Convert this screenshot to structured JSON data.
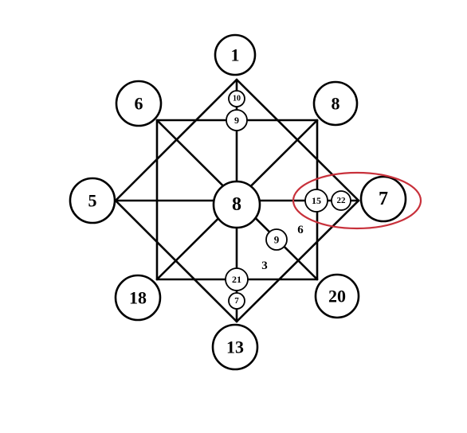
{
  "colors": {
    "line": "#000000",
    "node_fill": "#ffffff",
    "highlight": "#c8313b"
  },
  "nodes": {
    "top": "1",
    "top_left": "6",
    "top_right": "8",
    "left": "5",
    "center": "8",
    "right": "7",
    "bottom_left": "18",
    "bottom_right": "20",
    "bottom": "13",
    "mid_top_upper": "10",
    "mid_top_lower": "9",
    "mid_right_inner": "15",
    "mid_right_outer": "22",
    "mid_diag": "9",
    "mid_bottom_upper": "21",
    "mid_bottom_lower": "7"
  },
  "edge_labels": {
    "upper": "6",
    "lower": "3"
  }
}
